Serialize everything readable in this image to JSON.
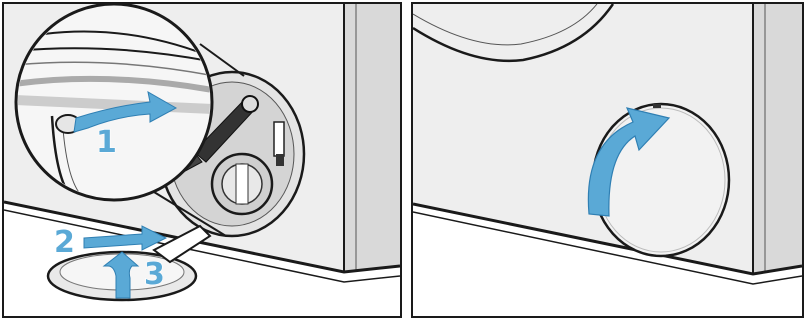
{
  "steps": {
    "step1": "1",
    "step2": "2",
    "step3": "3"
  },
  "colors": {
    "arrow": "#5aa9d6",
    "arrow_dark": "#2f7fb3",
    "outline": "#1a1a1a",
    "machine_body": "#f2f2f2",
    "floor": "#ffffff"
  },
  "icons": {
    "rotate_arrow": "curved-arrow-icon",
    "move_arrow": "straight-arrow-icon"
  }
}
